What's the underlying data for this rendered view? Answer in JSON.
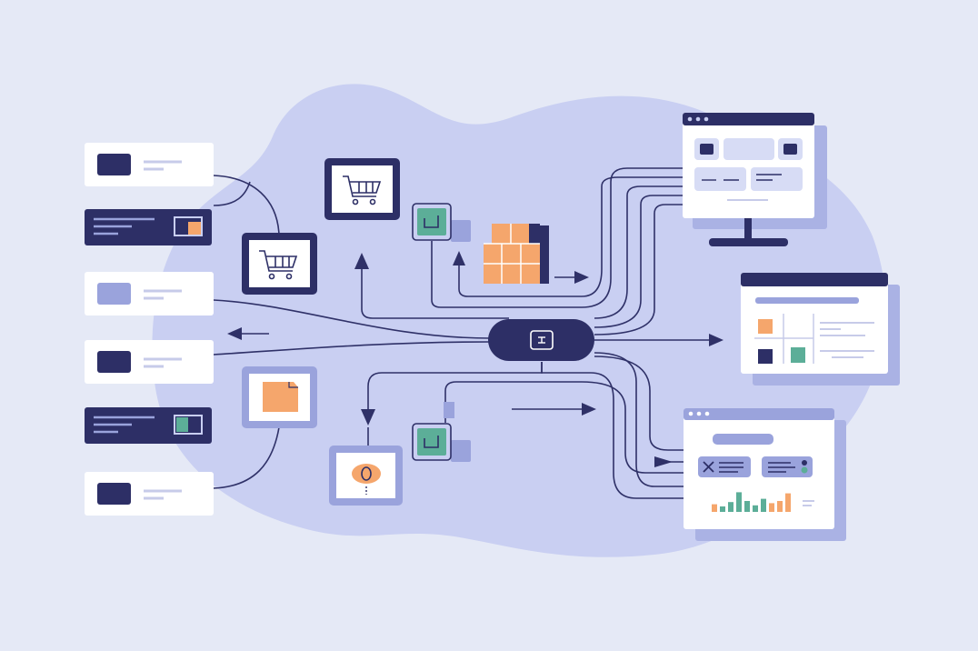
{
  "colors": {
    "background": "#e5e9f6",
    "blob": "#c9cff2",
    "navy": "#2d2f66",
    "line": "#2f3168",
    "card": "#ffffff",
    "lavender": "#9aa3dc",
    "lavender_soft": "#d7dcf5",
    "orange": "#f5a66c",
    "teal": "#5cae98",
    "shadow": "#aab2e4"
  },
  "icons": {
    "cart": "shopping-cart-icon",
    "box": "package-icon",
    "pin": "location-pin-icon",
    "stack": "stacked-boxes-icon",
    "hub": "central-hub-icon"
  },
  "left_sources": [
    {
      "variant": "light",
      "swatch": "navy"
    },
    {
      "variant": "dark",
      "swatch": "orange"
    },
    {
      "variant": "light",
      "swatch": "lavender"
    },
    {
      "variant": "light",
      "swatch": "navy"
    },
    {
      "variant": "dark",
      "swatch": "teal"
    },
    {
      "variant": "light",
      "swatch": "navy"
    }
  ],
  "chart_bars": [
    {
      "level": 0.35,
      "color": "orange"
    },
    {
      "level": 0.25,
      "color": "teal"
    },
    {
      "level": 0.45,
      "color": "teal"
    },
    {
      "level": 0.9,
      "color": "teal"
    },
    {
      "level": 0.5,
      "color": "teal"
    },
    {
      "level": 0.3,
      "color": "teal"
    },
    {
      "level": 0.6,
      "color": "teal"
    },
    {
      "level": 0.4,
      "color": "orange"
    },
    {
      "level": 0.5,
      "color": "orange"
    },
    {
      "level": 0.85,
      "color": "orange"
    }
  ]
}
